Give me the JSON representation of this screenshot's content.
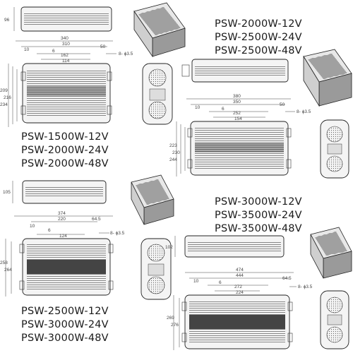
{
  "groups": [
    {
      "models": [
        "PSW-1500W-12V",
        "PSW-2000W-24V",
        "PSW-2000W-48V"
      ],
      "dims": {
        "height": "96",
        "total": "340",
        "d1": "310",
        "d2": "10",
        "d3": "6",
        "d4": "162",
        "d5": "114",
        "d6": "50",
        "hole": "8- ϕ3.5",
        "w1": "209",
        "w2": "216",
        "w3": "234"
      }
    },
    {
      "models": [
        "PSW-2000W-12V",
        "PSW-2500W-24V",
        "PSW-2500W-48V"
      ],
      "dims": {
        "total": "380",
        "d1": "350",
        "d2": "10",
        "d3": "6",
        "d4": "252",
        "d5": "154",
        "d6": "50",
        "hole": "8- ϕ3.5",
        "w1": "223",
        "w2": "230",
        "w3": "244"
      }
    },
    {
      "models": [
        "PSW-2500W-12V",
        "PSW-3000W-24V",
        "PSW-3000W-48V"
      ],
      "dims": {
        "height": "105",
        "total": "374",
        "d1": "220",
        "d2": "10",
        "d3": "6",
        "d4": "124",
        "d5": "64.5",
        "hole": "8- ϕ3.5",
        "w1": "258",
        "w2": "264"
      }
    },
    {
      "models": [
        "PSW-3000W-12V",
        "PSW-3500W-24V",
        "PSW-3500W-48V"
      ],
      "dims": {
        "height": "102",
        "total": "474",
        "d1": "444",
        "d2": "10",
        "d3": "6",
        "d4": "272",
        "d5": "224",
        "d6": "64.5",
        "hole": "8- ϕ3.5",
        "w1": "269",
        "w2": "276"
      }
    }
  ]
}
